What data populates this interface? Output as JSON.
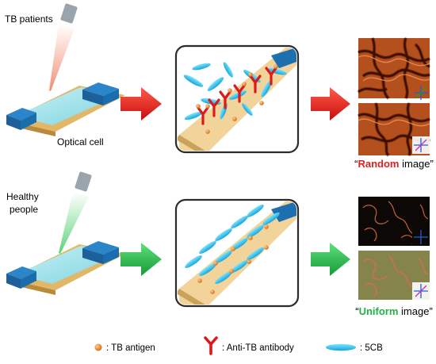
{
  "rows": [
    {
      "label": "TB patients",
      "cell_label": "Optical cell",
      "caption": {
        "open_quote": "“",
        "highlight": "Random",
        "rest": " image",
        "close_quote": "”"
      },
      "accent": "#e02020",
      "pipette_fluid": "#f4a08a"
    },
    {
      "label_line1": "Healthy",
      "label_line2": "people",
      "caption": {
        "open_quote": "“",
        "highlight": "Uniform",
        "rest": " image",
        "close_quote": "”"
      },
      "accent": "#22b04a",
      "pipette_fluid": "#8fe0a0"
    }
  ],
  "legend": {
    "antigen": ": TB antigen",
    "antibody": ": Anti-TB antibody",
    "lc": ": 5CB"
  },
  "colors": {
    "cell_blue": "#1d6fb0",
    "cell_glass": "#9ee0e8",
    "substrate": "#f2d49a",
    "molecule": "#24b8e8",
    "antibody": "#dd1a1a",
    "antigen": "#e8892a",
    "random_img": "#c85a22",
    "uniform_img": "#0c0806"
  }
}
